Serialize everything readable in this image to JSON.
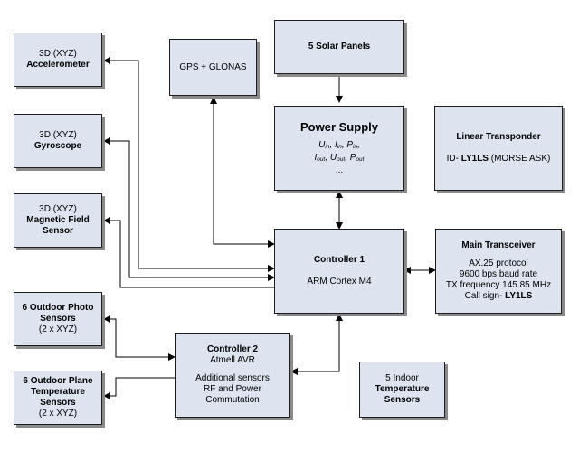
{
  "accelerometer": {
    "line1": "3D (XYZ)",
    "line2": "Accelerometer"
  },
  "gyroscope": {
    "line1": "3D (XYZ)",
    "line2": "Gyroscope"
  },
  "magnetic": {
    "line1": "3D (XYZ)",
    "line2": "Magnetic Field",
    "line3": "Sensor"
  },
  "photo": {
    "line1": "6 Outdoor Photo",
    "line2": "Sensors",
    "line3": "(2 x XYZ)"
  },
  "plane_temp": {
    "line1": "6 Outdoor Plane",
    "line2": "Temperature",
    "line3": "Sensors",
    "line4": "(2 x XYZ)"
  },
  "gps": {
    "label": "GPS + GLONAS"
  },
  "solar": {
    "label": "5 Solar Panels"
  },
  "power": {
    "title": "Power Supply",
    "u": "U",
    "in": "in",
    "out": "out",
    "i": "I",
    "p": "P",
    "sep": ", ",
    "ellipsis": "..."
  },
  "controller1": {
    "title": "Controller 1",
    "subtitle": "ARM Cortex M4"
  },
  "controller2": {
    "title": "Controller 2",
    "line1": "Atmell AVR",
    "line2": "Additional sensors",
    "line3": "RF and Power",
    "line4": "Commutation"
  },
  "linear": {
    "title": "Linear Transponder",
    "id_prefix": "ID- ",
    "id_callsign": "LY1LS",
    "id_suffix": " (MORSE ASK)"
  },
  "transceiver": {
    "title": "Main Transceiver",
    "line1": "AX.25 protocol",
    "line2": "9600 bps baud rate",
    "line3": "TX frequency 145.85 MHz",
    "line4_prefix": "Call sign- ",
    "line4_callsign": "LY1LS"
  },
  "indoor": {
    "line1": "5 Indoor",
    "line2": "Temperature",
    "line3": "Sensors"
  }
}
